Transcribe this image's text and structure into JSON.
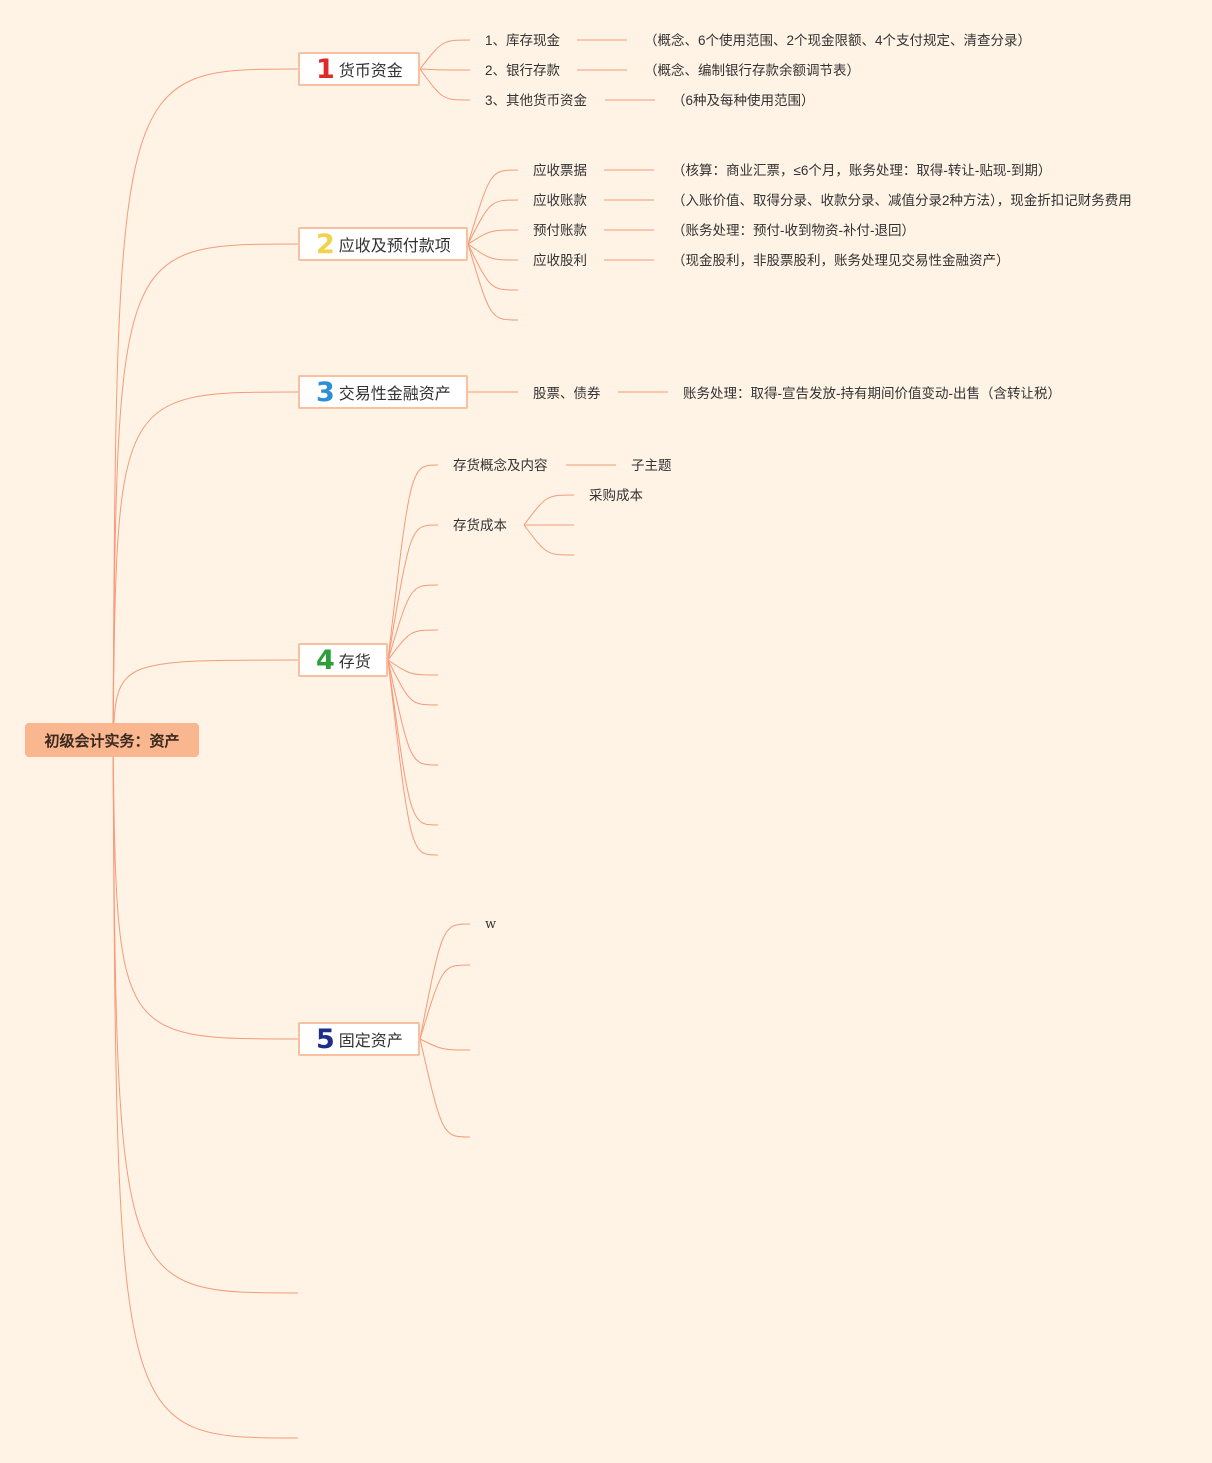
{
  "root": {
    "title": "初级会计实务：资产"
  },
  "colors": {
    "background": "#fff3e6",
    "connector": "#f59a7a",
    "root_fill": "#f9b68f",
    "node_border": "#f7c0a0",
    "num1": "#e02a2a",
    "num2": "#f2d24a",
    "num3": "#2a8fd6",
    "num4": "#2e9e3a",
    "num5": "#1e2f8a"
  },
  "branches": [
    {
      "num": "1",
      "label": "货币资金",
      "children": [
        {
          "label": "1、库存现金",
          "note": "（概念、6个使用范围、2个现金限额、4个支付规定、清查分录）"
        },
        {
          "label": "2、银行存款",
          "note": "（概念、编制银行存款余额调节表）"
        },
        {
          "label": "3、其他货币资金",
          "note": "（6种及每种使用范围）"
        }
      ]
    },
    {
      "num": "2",
      "label": "应收及预付款项",
      "children": [
        {
          "label": "应收票据",
          "note": "（核算：商业汇票，≤6个月，账务处理：取得-转让-贴现-到期）"
        },
        {
          "label": "应收账款",
          "note": "（入账价值、取得分录、收款分录、减值分录2种方法），现金折扣记财务费用"
        },
        {
          "label": "预付账款",
          "note": "（账务处理：预付-收到物资-补付-退回）"
        },
        {
          "label": "应收股利",
          "note": "（现金股利，非股票股利，账务处理见交易性金融资产）"
        }
      ]
    },
    {
      "num": "3",
      "label": "交易性金融资产",
      "children": [
        {
          "label": "股票、债券",
          "note": "账务处理：取得-宣告发放-持有期间价值变动-出售（含转让税）"
        }
      ]
    },
    {
      "num": "4",
      "label": "存货",
      "children": [
        {
          "label": "存货概念及内容",
          "note": "子主题"
        },
        {
          "label": "存货成本",
          "sub": [
            "采购成本"
          ]
        }
      ]
    },
    {
      "num": "5",
      "label": "固定资产",
      "children": [
        {
          "label": "w"
        }
      ]
    }
  ]
}
